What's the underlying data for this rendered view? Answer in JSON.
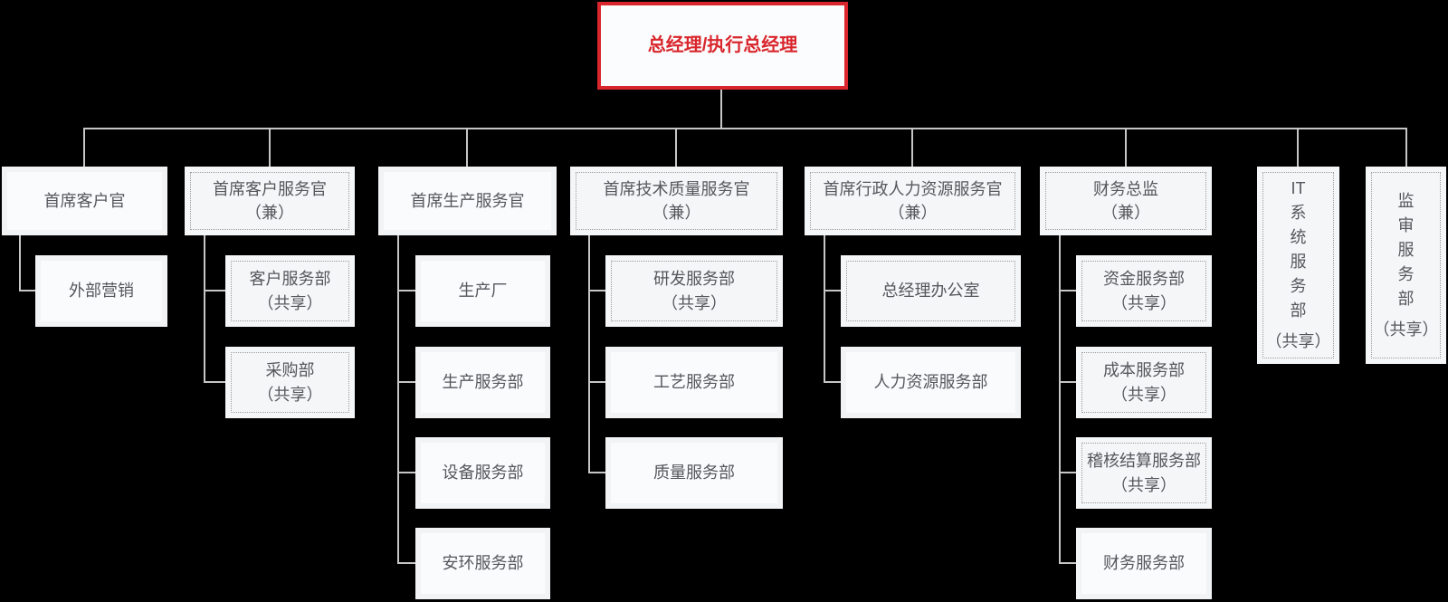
{
  "colors": {
    "background": "#000000",
    "accent_red": "#d9262c",
    "connector_line": "#c6c6c6",
    "box_background": "#f5f6f8",
    "box_inner": "#fafbfd",
    "dotted_border": "#9c9c9c",
    "text": "#55575c"
  },
  "root": {
    "label": "总经理/执行总经理"
  },
  "columns": [
    {
      "head": {
        "label": "首席客户官"
      },
      "children": [
        {
          "label": "外部营销"
        }
      ]
    },
    {
      "head": {
        "label": "首席客户服务官",
        "sub": "（兼）"
      },
      "children": [
        {
          "label": "客户服务部",
          "sub": "（共享）"
        },
        {
          "label": "采购部",
          "sub": "（共享）"
        }
      ]
    },
    {
      "head": {
        "label": "首席生产服务官"
      },
      "children": [
        {
          "label": "生产厂"
        },
        {
          "label": "生产服务部"
        },
        {
          "label": "设备服务部"
        },
        {
          "label": "安环服务部"
        }
      ]
    },
    {
      "head": {
        "label": "首席技术质量服务官",
        "sub": "（兼）"
      },
      "children": [
        {
          "label": "研发服务部",
          "sub": "（共享）"
        },
        {
          "label": "工艺服务部"
        },
        {
          "label": "质量服务部"
        }
      ]
    },
    {
      "head": {
        "label": "首席行政人力资源服务官",
        "sub": "（兼）"
      },
      "children": [
        {
          "label": "总经理办公室"
        },
        {
          "label": "人力资源服务部"
        }
      ]
    },
    {
      "head": {
        "label": "财务总监",
        "sub": "（兼）"
      },
      "children": [
        {
          "label": "资金服务部",
          "sub": "（共享）"
        },
        {
          "label": "成本服务部",
          "sub": "（共享）"
        },
        {
          "label": "稽核结算服务部",
          "sub": "（共享）"
        },
        {
          "label": "财务服务部"
        }
      ]
    }
  ],
  "side_nodes": [
    {
      "label": "IT系统服务部",
      "sub": "（共享）"
    },
    {
      "label": "监审服务部",
      "sub": "（共享）"
    }
  ]
}
